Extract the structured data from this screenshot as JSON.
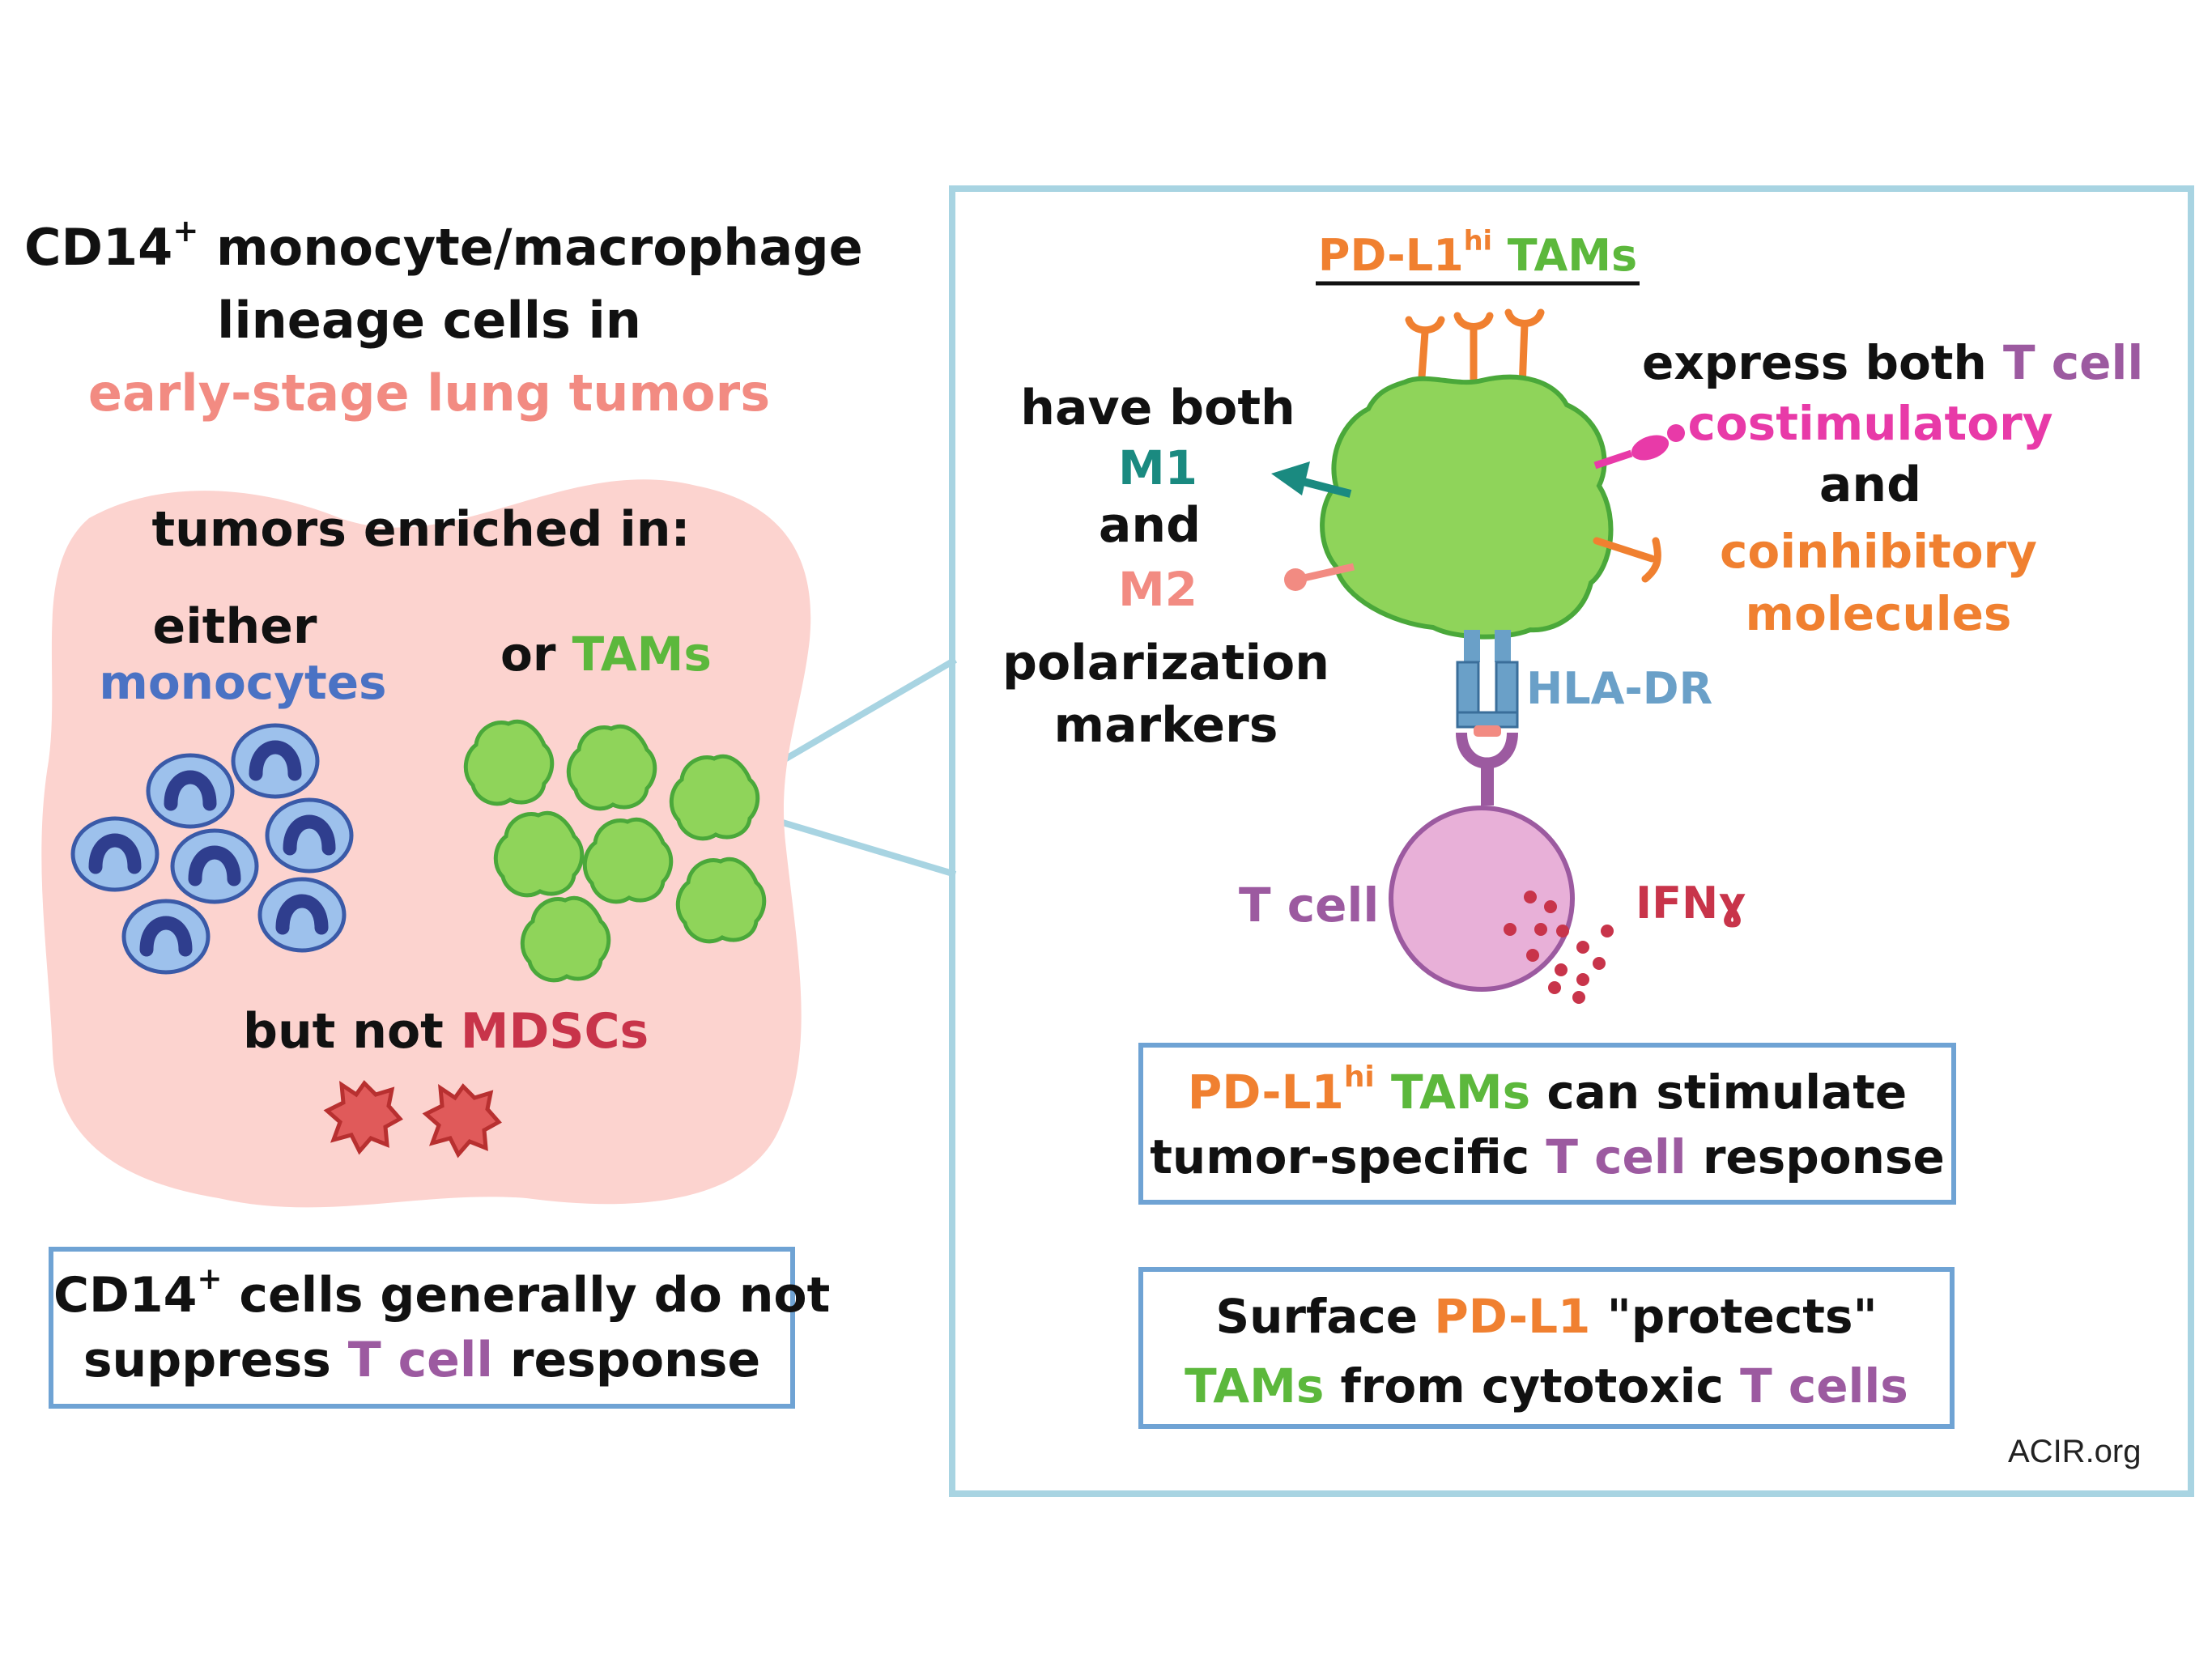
{
  "left": {
    "title_line1_a": "CD14",
    "title_line1_sup": "+",
    "title_line1_b": " monocyte/macrophage",
    "title_line2": "lineage cells in",
    "title_line3": "early-stage lung tumors",
    "enriched_heading": "tumors enriched in:",
    "either_label": "either",
    "monocytes_label": "monocytes",
    "or_label": "or ",
    "tams_label": "TAMs",
    "but_not_label": "but not ",
    "mdscs_label": "MDSCs",
    "summary_a": "CD14",
    "summary_sup": "+",
    "summary_b": " cells generally do not",
    "summary_line2_a": "suppress ",
    "summary_line2_tcell": "T cell",
    "summary_line2_b": " response"
  },
  "right": {
    "header_pdl1": "PD-L1",
    "header_sup": "hi",
    "header_tams": " TAMs",
    "have_both": "have both",
    "m1": "M1",
    "and1": "and",
    "m2": "M2",
    "polarization": "polarization",
    "markers": "markers",
    "express_both": "express both ",
    "express_tcell": "T cell",
    "costimulatory": "costimulatory",
    "and2": "and",
    "coinhibitory": "coinhibitory",
    "molecules": "molecules",
    "hla_dr": "HLA-DR",
    "tcell_label": "T cell",
    "ifn": "IFNɣ",
    "box1_pdl1": "PD-L1",
    "box1_sup": "hi",
    "box1_tams": " TAMs",
    "box1_rest": " can stimulate",
    "box1_line2_a": "tumor-specific ",
    "box1_line2_tcell": "T cell",
    "box1_line2_b": " response",
    "box2_a": "Surface ",
    "box2_pdl1": "PD-L1",
    "box2_b": " \"protects\"",
    "box2_tams": "TAMs",
    "box2_c": " from cytotoxic ",
    "box2_tcells": "T cells"
  },
  "credit": "ACIR.org",
  "colors": {
    "salmon": "#f28b82",
    "blue": "#4a72c4",
    "green": "#5cb83c",
    "red": "#c8344a",
    "purple": "#9c5aa0",
    "orange": "#f08030",
    "teal": "#1a8a80",
    "pink": "#e83aa8",
    "hla": "#6aa0c8",
    "panel_border": "#a8d4e2",
    "box_border": "#6fa3d4"
  }
}
